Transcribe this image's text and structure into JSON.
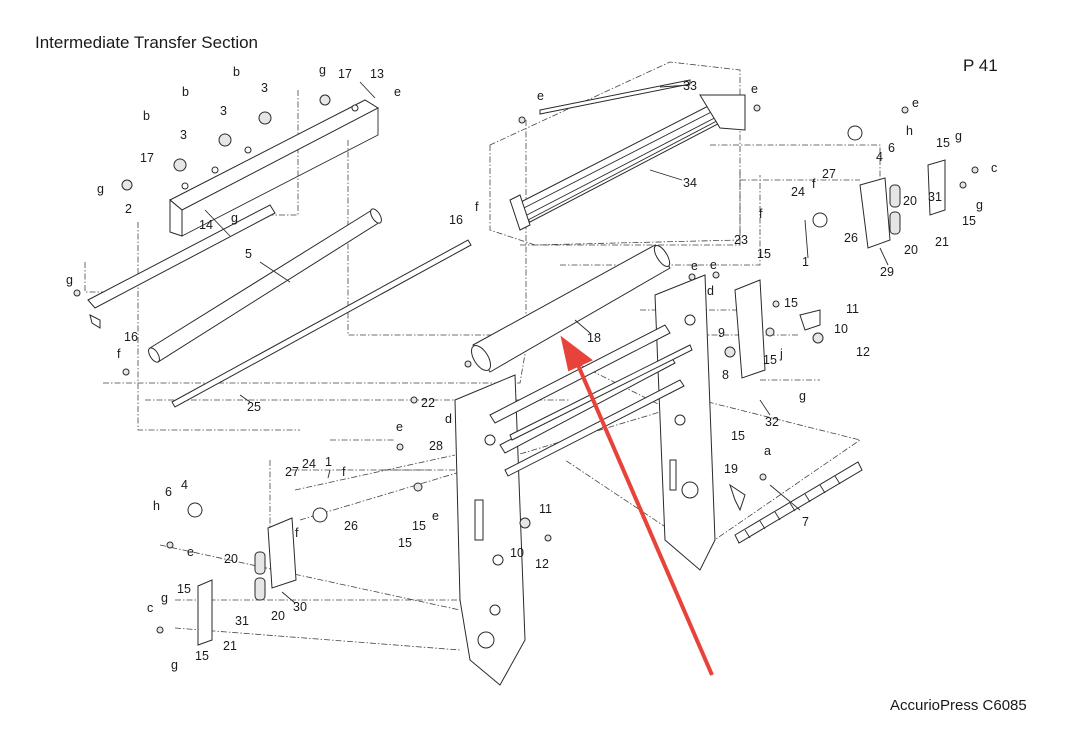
{
  "header": {
    "title": "Intermediate Transfer Section",
    "page_number": "P 41",
    "model": "AccurioPress C6085"
  },
  "callouts": {
    "b1": "b",
    "b2": "b",
    "b3": "b",
    "g1": "g",
    "c17a": "17",
    "c13": "13",
    "e1": "e",
    "c3a": "3",
    "c3b": "3",
    "c3c": "3",
    "c17b": "17",
    "g2": "g",
    "c2": "2",
    "g3": "g",
    "c14": "14",
    "c5": "5",
    "c16a": "16",
    "fa": "f",
    "g4": "g",
    "c16b": "16",
    "fb": "f",
    "c25": "25",
    "c33": "33",
    "e2": "e",
    "e3": "e",
    "c34": "34",
    "e4": "e",
    "h1": "h",
    "c6a": "6",
    "c4a": "4",
    "c15a": "15",
    "g5": "g",
    "c_1": "c",
    "c27a": "27",
    "fc": "f",
    "c24a": "24",
    "c20a": "20",
    "c31a": "31",
    "g6": "g",
    "c15b": "15",
    "fd": "f",
    "c26a": "26",
    "c20b": "20",
    "c21a": "21",
    "c29": "29",
    "c23": "23",
    "c15c": "15",
    "c1a": "1",
    "e5": "e",
    "e6": "e",
    "d1": "d",
    "c15d": "15",
    "c11a": "11",
    "c10a": "10",
    "c12a": "12",
    "c9": "9",
    "c18": "18",
    "c15e": "15",
    "j1": "j",
    "g7": "g",
    "c8": "8",
    "c32": "32",
    "c15f": "15",
    "c22": "22",
    "d2": "d",
    "c28": "28",
    "e7": "e",
    "c27b": "27",
    "c24b": "24",
    "c1b": "1",
    "fe": "f",
    "c4b": "4",
    "c6b": "6",
    "h2": "h",
    "c26b": "26",
    "ff": "f",
    "e8": "e",
    "c15g": "15",
    "c15h": "15",
    "e9": "e",
    "c11b": "11",
    "c10b": "10",
    "c12b": "12",
    "c19": "19",
    "a1": "a",
    "c7": "7",
    "c20c": "20",
    "c20d": "20",
    "c30": "30",
    "g8": "g",
    "c15i": "15",
    "c_2": "c",
    "c31b": "31",
    "c21b": "21",
    "c15j": "15",
    "g9": "g"
  },
  "colors": {
    "arrow": "#e8433a",
    "line": "#2a2a2a"
  }
}
